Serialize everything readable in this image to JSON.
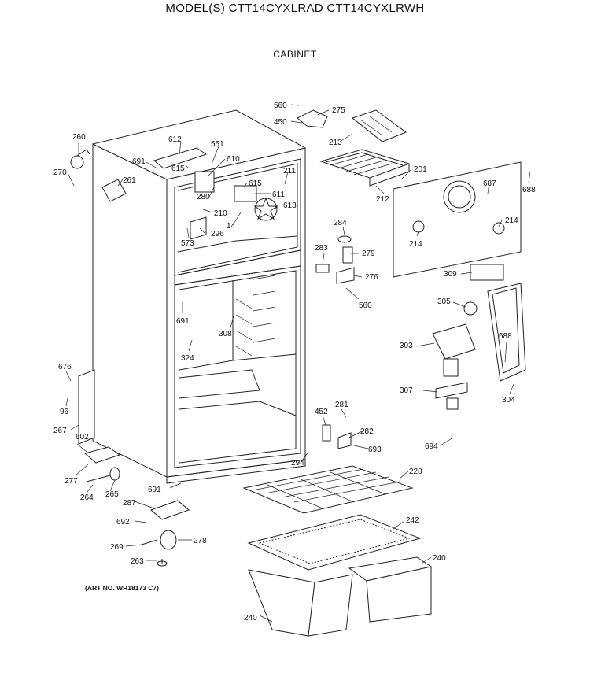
{
  "header": {
    "model_title": "MODEL(S) CTT14CYXLRAD  CTT14CYXLRWH",
    "section_title": "CABINET"
  },
  "art_number": "(ART NO. WR18173 C7)",
  "callouts": [
    {
      "id": "560a",
      "text": "560"
    },
    {
      "id": "275",
      "text": "275"
    },
    {
      "id": "450",
      "text": "450"
    },
    {
      "id": "213",
      "text": "213"
    },
    {
      "id": "260",
      "text": "260"
    },
    {
      "id": "270",
      "text": "270"
    },
    {
      "id": "612",
      "text": "612"
    },
    {
      "id": "551",
      "text": "551"
    },
    {
      "id": "691a",
      "text": "691"
    },
    {
      "id": "615a",
      "text": "615"
    },
    {
      "id": "610",
      "text": "610"
    },
    {
      "id": "211",
      "text": "211"
    },
    {
      "id": "261",
      "text": "261"
    },
    {
      "id": "280",
      "text": "280"
    },
    {
      "id": "615b",
      "text": "615"
    },
    {
      "id": "611",
      "text": "611"
    },
    {
      "id": "210",
      "text": "210"
    },
    {
      "id": "613",
      "text": "613"
    },
    {
      "id": "14",
      "text": "14"
    },
    {
      "id": "296",
      "text": "296"
    },
    {
      "id": "573",
      "text": "573"
    },
    {
      "id": "201",
      "text": "201"
    },
    {
      "id": "212",
      "text": "212"
    },
    {
      "id": "687",
      "text": "687"
    },
    {
      "id": "688a",
      "text": "688"
    },
    {
      "id": "284",
      "text": "284"
    },
    {
      "id": "214a",
      "text": "214"
    },
    {
      "id": "214b",
      "text": "214"
    },
    {
      "id": "283",
      "text": "283"
    },
    {
      "id": "279",
      "text": "279"
    },
    {
      "id": "276",
      "text": "276"
    },
    {
      "id": "560b",
      "text": "560"
    },
    {
      "id": "309",
      "text": "309"
    },
    {
      "id": "305",
      "text": "305"
    },
    {
      "id": "691b",
      "text": "691"
    },
    {
      "id": "308",
      "text": "308"
    },
    {
      "id": "303",
      "text": "303"
    },
    {
      "id": "688b",
      "text": "688"
    },
    {
      "id": "324",
      "text": "324"
    },
    {
      "id": "676",
      "text": "676"
    },
    {
      "id": "96",
      "text": "96"
    },
    {
      "id": "307",
      "text": "307"
    },
    {
      "id": "304",
      "text": "304"
    },
    {
      "id": "267",
      "text": "267"
    },
    {
      "id": "602",
      "text": "602"
    },
    {
      "id": "452",
      "text": "452"
    },
    {
      "id": "281",
      "text": "281"
    },
    {
      "id": "282",
      "text": "282"
    },
    {
      "id": "693",
      "text": "693"
    },
    {
      "id": "694",
      "text": "694"
    },
    {
      "id": "294",
      "text": "294"
    },
    {
      "id": "277",
      "text": "277"
    },
    {
      "id": "228",
      "text": "228"
    },
    {
      "id": "691c",
      "text": "691"
    },
    {
      "id": "264",
      "text": "264"
    },
    {
      "id": "265",
      "text": "265"
    },
    {
      "id": "287",
      "text": "287"
    },
    {
      "id": "242",
      "text": "242"
    },
    {
      "id": "692",
      "text": "692"
    },
    {
      "id": "269",
      "text": "269"
    },
    {
      "id": "278",
      "text": "278"
    },
    {
      "id": "263",
      "text": "263"
    },
    {
      "id": "240a",
      "text": "240"
    },
    {
      "id": "240b",
      "text": "240"
    }
  ]
}
